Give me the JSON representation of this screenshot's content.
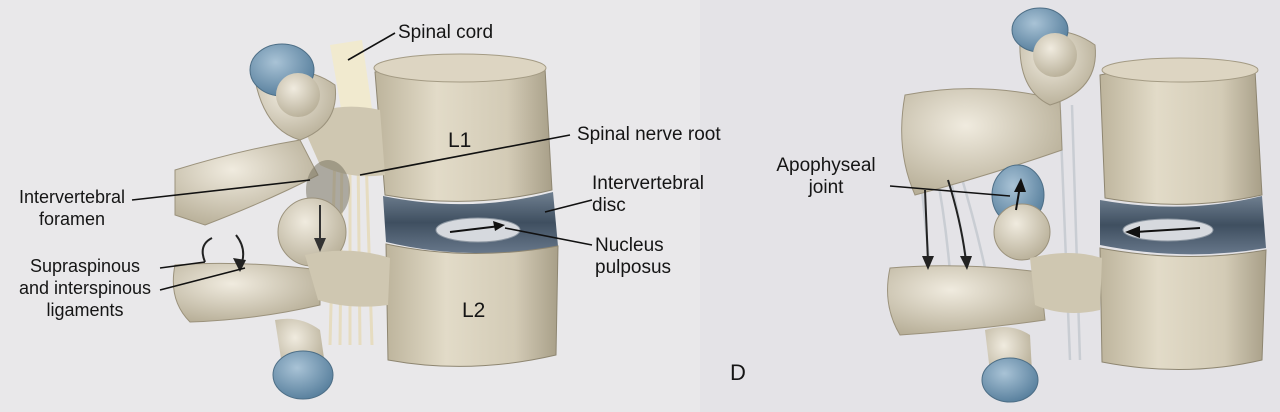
{
  "figure": {
    "panel_letter": "D",
    "left_view": {
      "vertebra_labels": [
        "L1",
        "L2"
      ],
      "labels": {
        "spinal_cord": "Spinal cord",
        "spinal_nerve_root": "Spinal nerve root",
        "intervertebral_disc": [
          "Intervertebral",
          "disc"
        ],
        "nucleus_pulposus": [
          "Nucleus",
          "pulposus"
        ],
        "intervertebral_foramen": [
          "Intervertebral",
          "foramen"
        ],
        "ligaments": [
          "Supraspinous",
          "and interspinous",
          "ligaments"
        ]
      }
    },
    "right_view": {
      "labels": {
        "apophyseal_joint": [
          "Apophyseal",
          "joint"
        ]
      }
    }
  },
  "colors": {
    "page_background": "#e9e8ea",
    "bone": "#d9d1bd",
    "bone_shadow": "#a89f88",
    "disc": "#4b5c6d",
    "articular_cartilage": "#6e93ad",
    "ligament_fibers": "#c9cdd3",
    "nerve": "#efe7cc",
    "label_text": "#151515"
  }
}
